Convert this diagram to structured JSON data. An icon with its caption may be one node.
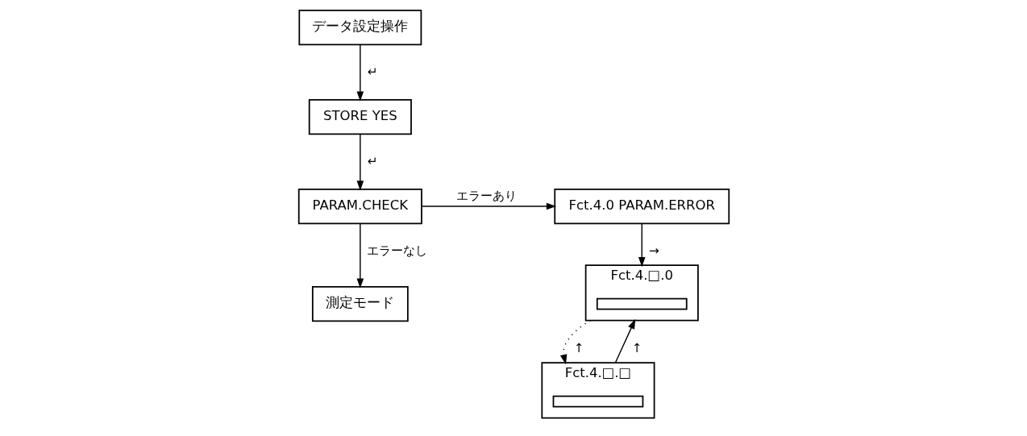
{
  "diagram": {
    "nodes": [
      {
        "text": [
          "データ設定操作"
        ]
      },
      {
        "text": [
          "STORE YES"
        ]
      },
      {
        "text": [
          "PARAM.CHECK"
        ]
      },
      {
        "text": [
          "Fct.4.0 PARAM.ERROR"
        ]
      },
      {
        "text": [
          "測定モード"
        ]
      },
      {
        "text": [
          "Fct.4.□.0"
        ]
      },
      {
        "text": [],
        "shape": "bar",
        "in": 5
      },
      {
        "text": [
          "Fct.4.□.□"
        ]
      },
      {
        "text": [],
        "shape": "bar",
        "in": 7
      }
    ],
    "edges": [
      {
        "from": 0,
        "to": 1,
        "arrow": "to",
        "label": "↵"
      },
      {
        "from": 1,
        "to": 2,
        "arrow": "to",
        "label": "↵"
      },
      {
        "from": 2,
        "to": 3,
        "arrow": "to",
        "label": "エラーあり"
      },
      {
        "from": 2,
        "to": 4,
        "arrow": "to",
        "label": "エラーなし"
      },
      {
        "from": 3,
        "to": 5,
        "arrow": "to",
        "label": "→"
      },
      {
        "from": 5,
        "to": 7,
        "arrow": "to",
        "label": "↑",
        "style": "dashed"
      },
      {
        "from": 7,
        "to": 5,
        "arrow": "to",
        "label": "↑"
      }
    ]
  }
}
